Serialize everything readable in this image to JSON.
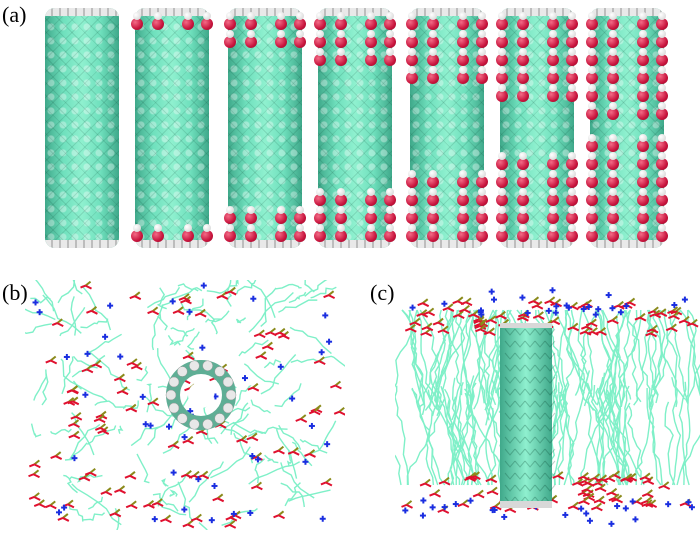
{
  "figure": {
    "panels": [
      {
        "id": "a",
        "label": "(a)",
        "description": "Seven carbon nanotubes with increasing numbers of hydroxyl functional group rows at both ends"
      },
      {
        "id": "b",
        "label": "(b)",
        "description": "Top view of nanotube embedded in lipid membrane"
      },
      {
        "id": "c",
        "label": "(c)",
        "description": "Side view of nanotube spanning lipid bilayer"
      }
    ],
    "tubes": [
      {
        "index": 1,
        "rows": 0
      },
      {
        "index": 2,
        "rows": 1
      },
      {
        "index": 3,
        "rows": 2
      },
      {
        "index": 4,
        "rows": 3
      },
      {
        "index": 5,
        "rows": 4
      },
      {
        "index": 6,
        "rows": 5
      },
      {
        "index": 7,
        "rows": 6
      }
    ],
    "colors": {
      "carbon": "#6fe0bd",
      "oxygen": "#d21a45",
      "hydrogen": "#ffffff",
      "lipid_tail": "#7ff0c8",
      "phosphorus": "#8a8a1a",
      "nitrogen": "#1a2ee0"
    }
  }
}
